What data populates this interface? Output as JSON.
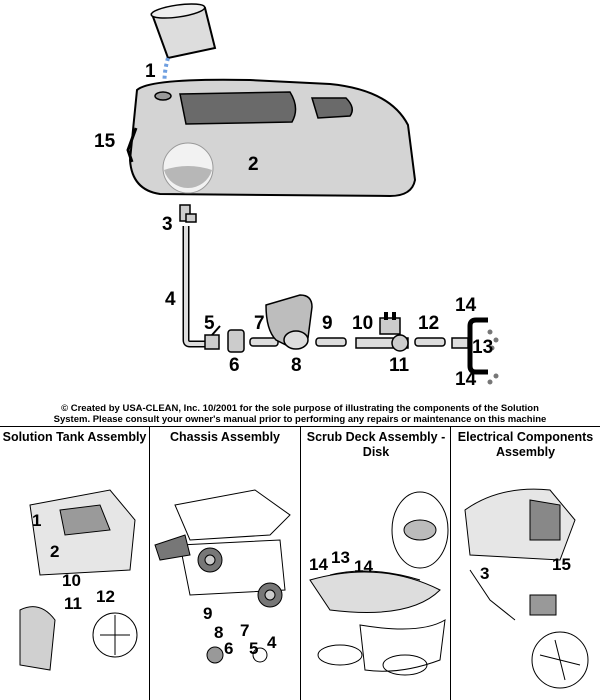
{
  "flow_diagram": {
    "callouts": {
      "n1": "1",
      "n2": "2",
      "n3": "3",
      "n4": "4",
      "n5": "5",
      "n6": "6",
      "n7": "7",
      "n8": "8",
      "n9": "9",
      "n10": "10",
      "n11": "11",
      "n12": "12",
      "n13": "13",
      "n14a": "14",
      "n14b": "14",
      "n15": "15"
    }
  },
  "caption": {
    "line1": "© Created by USA-CLEAN, Inc. 10/2001 for the sole purpose of illustrating the components of the Solution",
    "line2": "System. Please consult your owner's manual prior to performing any repairs or maintenance on this machine"
  },
  "panels": [
    {
      "title": "Solution Tank Assembly",
      "callouts": [
        "1",
        "2",
        "10",
        "11",
        "12"
      ]
    },
    {
      "title": "Chassis Assembly",
      "callouts": [
        "9",
        "8",
        "7",
        "6",
        "5",
        "4"
      ]
    },
    {
      "title": "Scrub Deck Assembly - Disk",
      "callouts": [
        "14",
        "13",
        "14"
      ]
    },
    {
      "title": "Electrical Components Assembly",
      "callouts": [
        "3",
        "15"
      ]
    }
  ],
  "colors": {
    "line": "#000000",
    "tank": "#d8d8d8",
    "water": "#4a7fd0",
    "part": "#c8c8c8"
  }
}
